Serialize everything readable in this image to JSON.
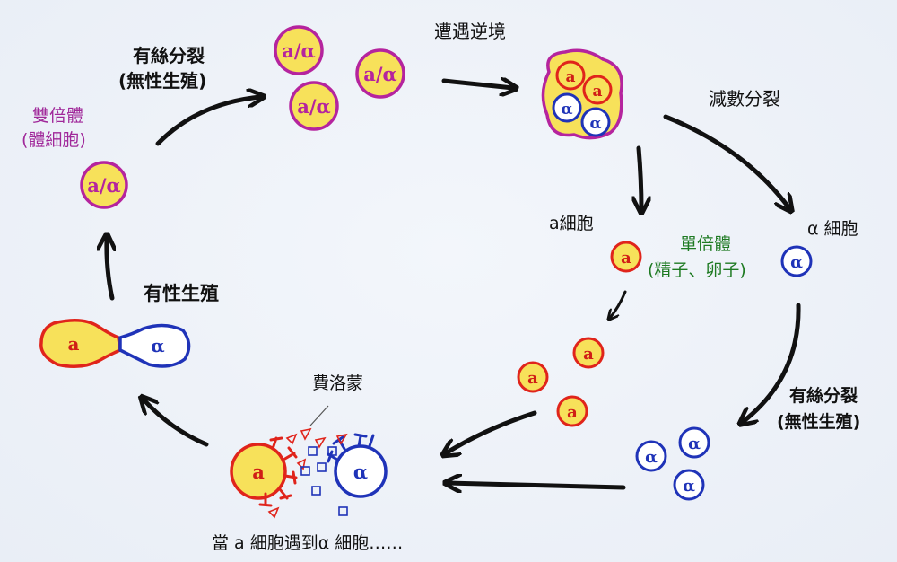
{
  "labels": {
    "diploid_title": "雙倍體",
    "diploid_sub": "(體細胞)",
    "mitosis_top_line1": "有絲分裂",
    "mitosis_top_line2": "(無性生殖)",
    "adversity": "遭遇逆境",
    "meiosis": "減數分裂",
    "a_cells": "a細胞",
    "alpha_cells": "α 細胞",
    "haploid_title": "單倍體",
    "haploid_sub": "(精子、卵子)",
    "mitosis_right_line1": "有絲分裂",
    "mitosis_right_line2": "(無性生殖)",
    "sexual_repro": "有性生殖",
    "pheromone": "費洛蒙",
    "bottom_caption": "當 a  細胞遇到α 細胞……"
  },
  "cells": {
    "diploid": "a/α",
    "a": "a",
    "alpha": "α"
  },
  "colors": {
    "cell_fill": "#f7e15a",
    "diploid_outline": "#b5249e",
    "a_outline": "#e0241b",
    "alpha_outline": "#1f33b8",
    "a_text": "#d01e16",
    "alpha_text": "#1f33b8",
    "diploid_text": "#b5249e",
    "arrow": "#111111",
    "white_cell": "#ffffff"
  }
}
